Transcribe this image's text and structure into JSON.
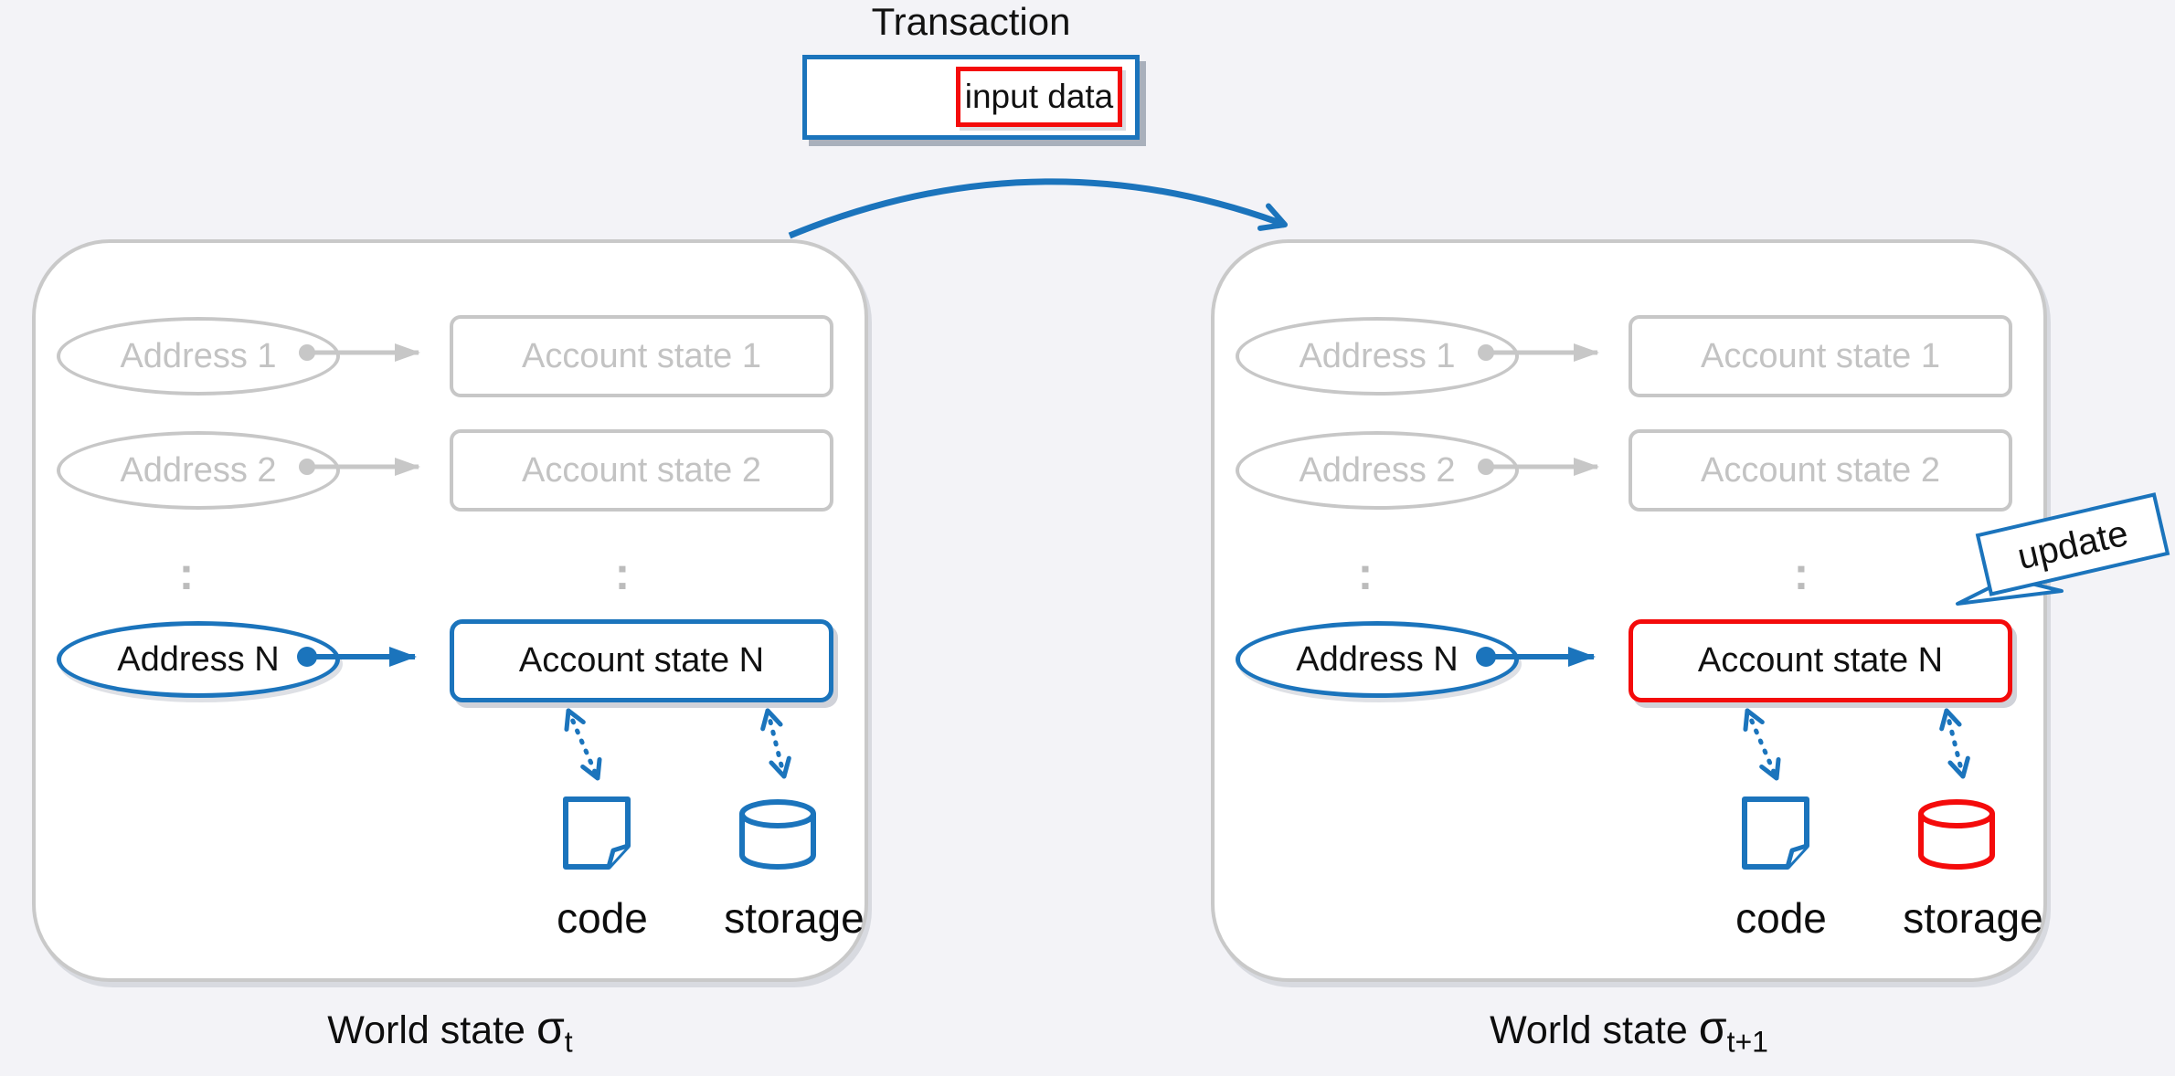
{
  "title": "Transaction",
  "transaction_box": {
    "input_label": "input data"
  },
  "left_state": {
    "rows": [
      {
        "address": "Address 1",
        "account": "Account state 1"
      },
      {
        "address": "Address 2",
        "account": "Account state 2"
      },
      {
        "address": "Address N",
        "account": "Account state N"
      }
    ],
    "dots": ":",
    "code_label": "code",
    "storage_label": "storage",
    "caption": "World state",
    "sigma": "σ",
    "subscript": "t"
  },
  "right_state": {
    "rows": [
      {
        "address": "Address 1",
        "account": "Account state 1"
      },
      {
        "address": "Address 2",
        "account": "Account state 2"
      },
      {
        "address": "Address N",
        "account": "Account state N"
      }
    ],
    "dots": ":",
    "code_label": "code",
    "storage_label": "storage",
    "caption": "World state",
    "sigma": "σ",
    "subscript": "t+1",
    "update_label": "update"
  },
  "colors": {
    "blue": "#1b74bc",
    "red": "#f40b0b",
    "gray_border": "#c7c7c7",
    "gray_text": "#c3c3c3",
    "background": "#f3f3f7"
  }
}
